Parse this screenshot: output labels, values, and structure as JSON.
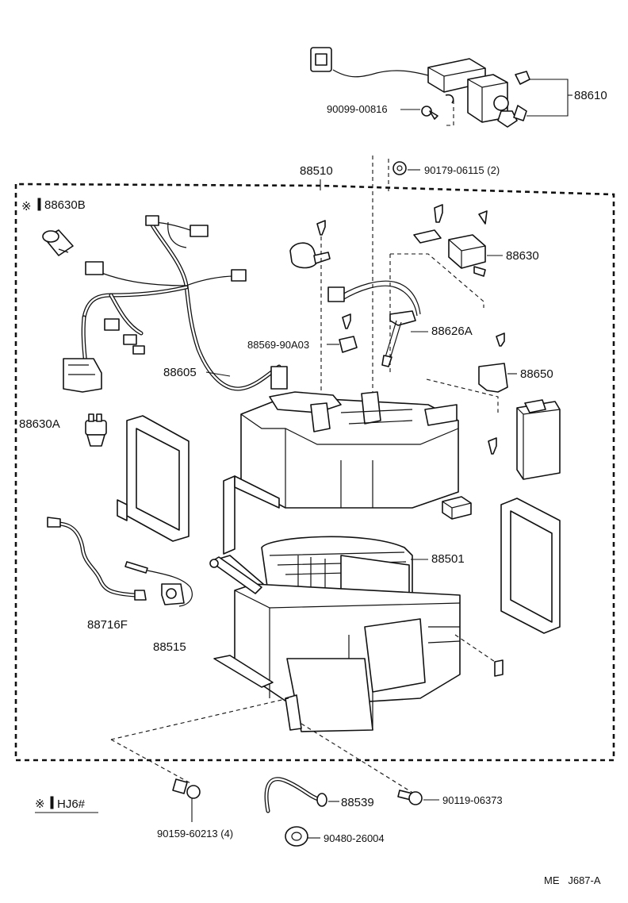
{
  "labels": {
    "p88610": "88610",
    "p90099": "90099-00816",
    "p90179": "90179-06115 (2)",
    "p88510": "88510",
    "p88630b": "88630B",
    "p88630": "88630",
    "p88626a": "88626A",
    "p88569": "88569-90A03",
    "p88605": "88605",
    "p88650": "88650",
    "p88630a": "88630A",
    "p88501": "88501",
    "p88716f": "88716F",
    "p88515": "88515",
    "p88539": "88539",
    "p90119": "90119-06373",
    "p90159": "90159-60213 (4)",
    "p90480": "90480-26004",
    "note_hj6": "HJ6#",
    "ref_code": "ME   J687-A"
  },
  "icons": [
    "asterisk-icon",
    "marker-bar-icon"
  ]
}
